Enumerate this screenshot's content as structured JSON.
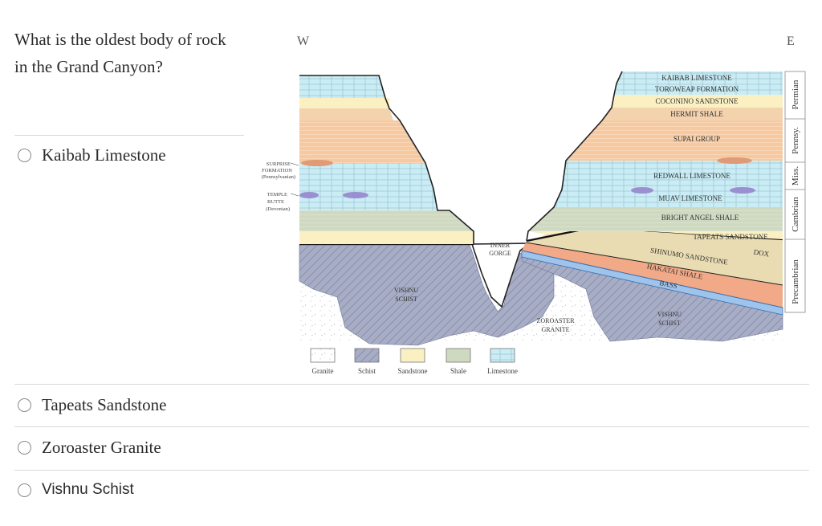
{
  "question": {
    "line1": "What is the oldest body of rock",
    "line2": "in the Grand Canyon?"
  },
  "options": [
    {
      "label": "Kaibab Limestone",
      "selected": false
    },
    {
      "label": "Tapeats Sandstone",
      "selected": false
    },
    {
      "label": "Zoroaster Granite",
      "selected": false
    },
    {
      "label": "Vishnu Schist",
      "selected": false
    }
  ],
  "figure": {
    "west": "W",
    "east": "E",
    "east_layers": [
      "KAIBAB LIMESTONE",
      "TOROWEAP FORMATION",
      "COCONINO SANDSTONE",
      "HERMIT SHALE",
      "SUPAI GROUP",
      "REDWALL LIMESTONE",
      "MUAV LIMESTONE",
      "BRIGHT ANGEL SHALE",
      "TAPEATS SANDSTONE"
    ],
    "precambrian_layers": [
      "SHINUMO SANDSTONE",
      "HAKATAI SHALE",
      "BASS",
      "DOX"
    ],
    "west_labels": {
      "surprise": [
        "SURPRISE",
        "FORMATION",
        "(Pennsylvanian)"
      ],
      "temple": [
        "TEMPLE",
        "BUTTE",
        "(Devonian)"
      ]
    },
    "inner_gorge": [
      "INNER",
      "GORGE"
    ],
    "vishnu_west": [
      "VISHNU",
      "SCHIST"
    ],
    "vishnu_east": [
      "VISHNU",
      "SCHIST"
    ],
    "zoroaster": [
      "ZOROASTER",
      "GRANITE"
    ],
    "periods": [
      "Permian",
      "Pennsy.",
      "Miss.",
      "Cambrian",
      "Precambrian"
    ],
    "legend": [
      "Granite",
      "Schist",
      "Sandstone",
      "Shale",
      "Limestone"
    ]
  },
  "colors": {
    "limestone": "#c9ecf5",
    "sandstone": "#fbf0c2",
    "shale_orange": "#f6c9a0",
    "shale_green": "#cfd9c0",
    "schist": "#a8adc6",
    "hakatai": "#f2a987",
    "bass": "#9fc4ec"
  }
}
